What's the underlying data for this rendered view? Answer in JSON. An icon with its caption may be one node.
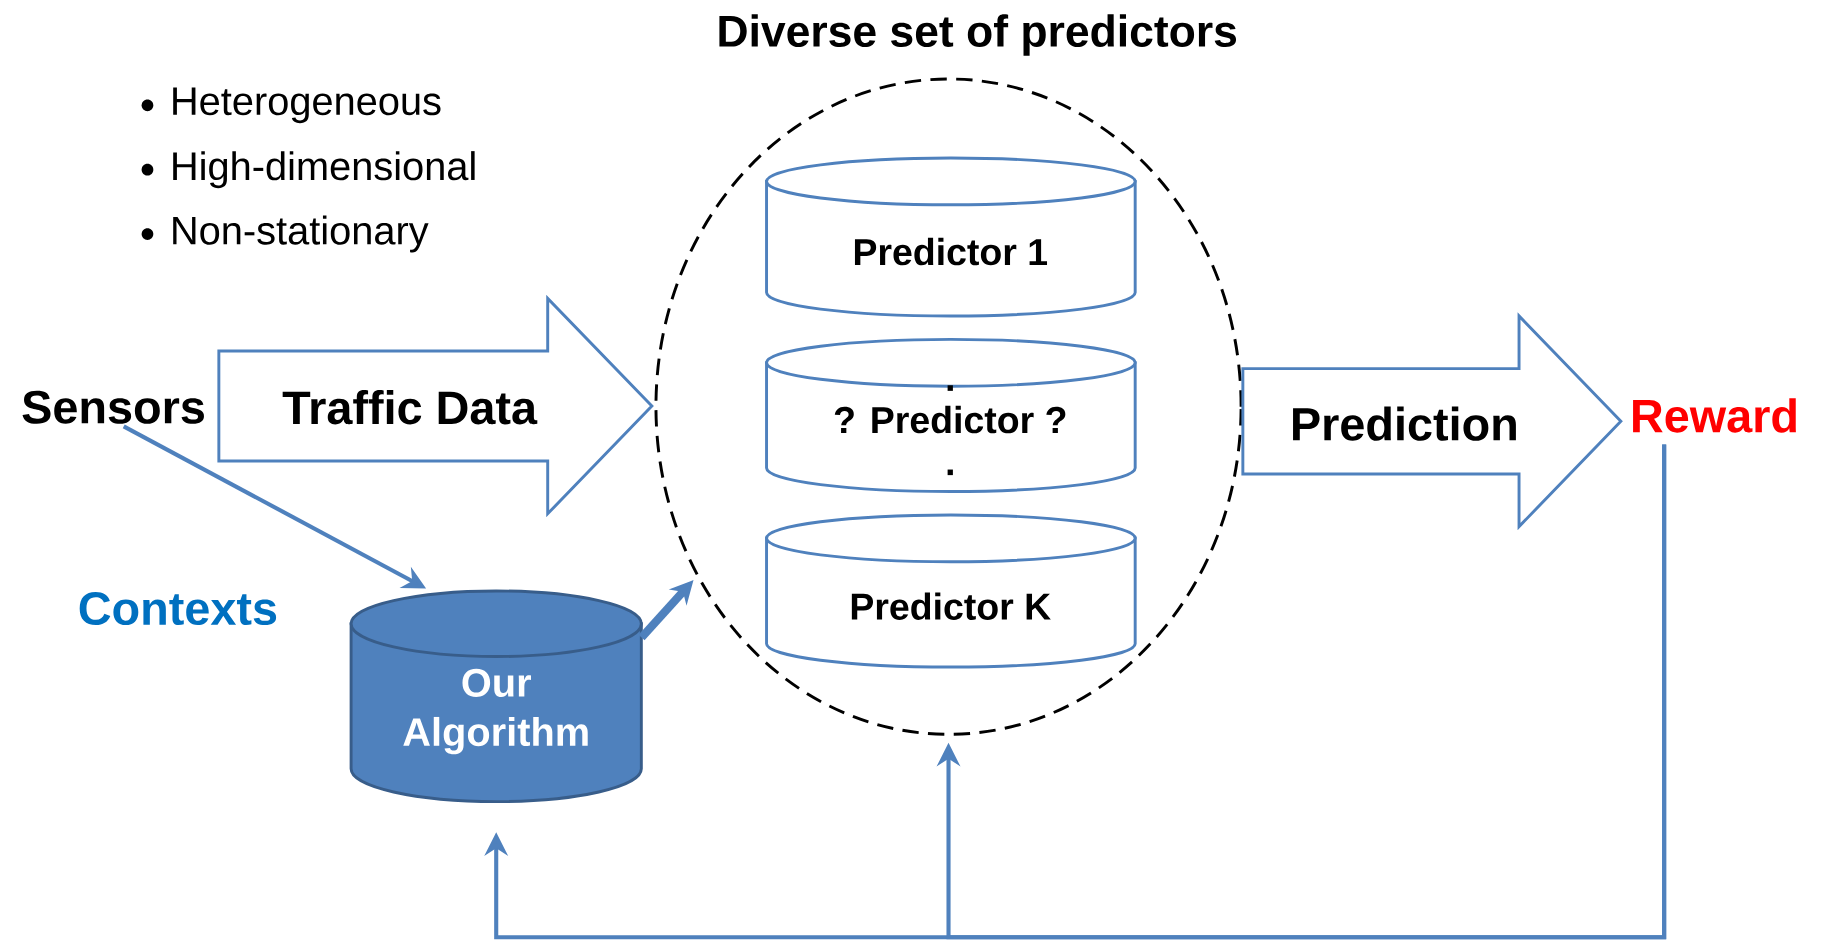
{
  "diagram": {
    "title": "Diverse set of predictors",
    "nodes": [
      {
        "text": [
          "Sensors"
        ]
      },
      {
        "text": [
          "Traffic Data"
        ]
      },
      {
        "text": [],
        "shape": "circle"
      },
      {
        "text": [
          "Predictor 1"
        ],
        "in": 2
      },
      {
        "text": [
          ".",
          "? Predictor ?",
          "."
        ],
        "in": 2
      },
      {
        "text": [
          "Predictor K"
        ],
        "in": 2
      },
      {
        "text": [
          "Prediction"
        ]
      },
      {
        "text": [
          "Reward"
        ]
      },
      {
        "text": [
          "Our Algorithm"
        ]
      }
    ],
    "edges": [
      {
        "from": 0,
        "to": 8,
        "arrow": "to",
        "label": "Contexts"
      },
      {
        "from": 8,
        "to": 2,
        "arrow": "to",
        "style": "thick"
      },
      {
        "from": 7,
        "to": 8,
        "arrow": "to"
      },
      {
        "from": 7,
        "to": 2,
        "arrow": "to"
      }
    ],
    "labels": [
      "Heterogeneous",
      "High-dimensional",
      "Non-stationary"
    ]
  }
}
